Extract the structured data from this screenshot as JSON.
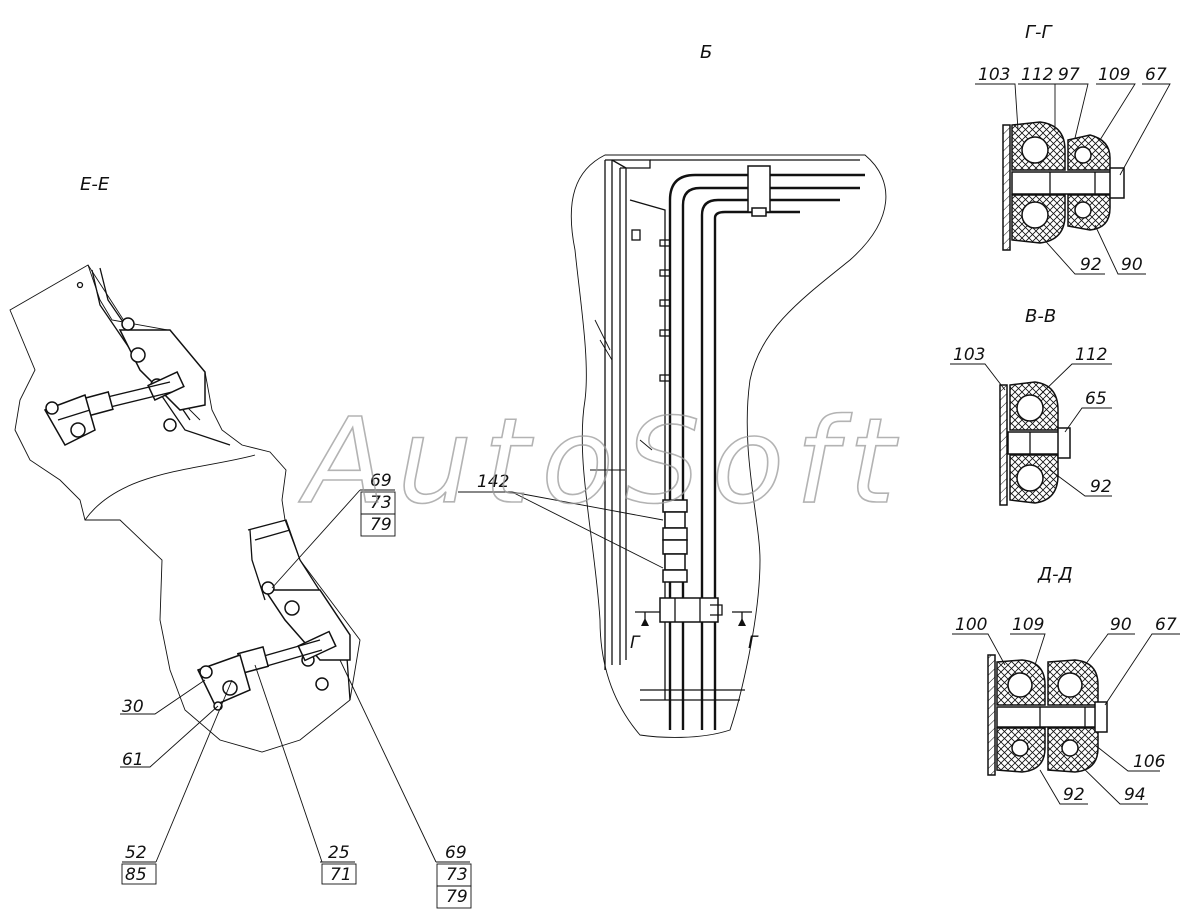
{
  "watermark": "AutoSoft",
  "views": {
    "ee": {
      "title": "Е-Е"
    },
    "b": {
      "title": "Б"
    },
    "gg": {
      "title": "Г-Г"
    },
    "vv": {
      "title": "В-В"
    },
    "dd": {
      "title": "Д-Д"
    }
  },
  "section_marks": {
    "g_left": "Г",
    "g_right": "Г"
  },
  "labels": {
    "ee_30": "30",
    "ee_61": "61",
    "ee_52": "52",
    "ee_85": "85",
    "ee_25": "25",
    "ee_71": "71",
    "ee_69_bottom": "69",
    "ee_73_bottom": "73",
    "ee_79_bottom": "79",
    "ee_69_mid": "69",
    "ee_73_mid": "73",
    "ee_79_mid": "79",
    "b_142": "142",
    "gg_103": "103",
    "gg_112": "112",
    "gg_97": "97",
    "gg_109": "109",
    "gg_67": "67",
    "gg_92": "92",
    "gg_90": "90",
    "vv_103": "103",
    "vv_112": "112",
    "vv_65": "65",
    "vv_92": "92",
    "dd_100": "100",
    "dd_109": "109",
    "dd_90": "90",
    "dd_67": "67",
    "dd_106": "106",
    "dd_92": "92",
    "dd_94": "94"
  }
}
